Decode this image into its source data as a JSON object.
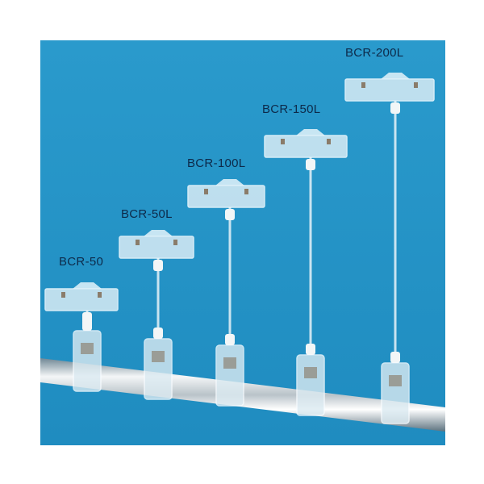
{
  "products": [
    {
      "label": "BCR-50"
    },
    {
      "label": "BCR-50L"
    },
    {
      "label": "BCR-100L"
    },
    {
      "label": "BCR-150L"
    },
    {
      "label": "BCR-200L"
    }
  ],
  "colors": {
    "background": "#2a97c9",
    "label": "#0d2a4a"
  }
}
